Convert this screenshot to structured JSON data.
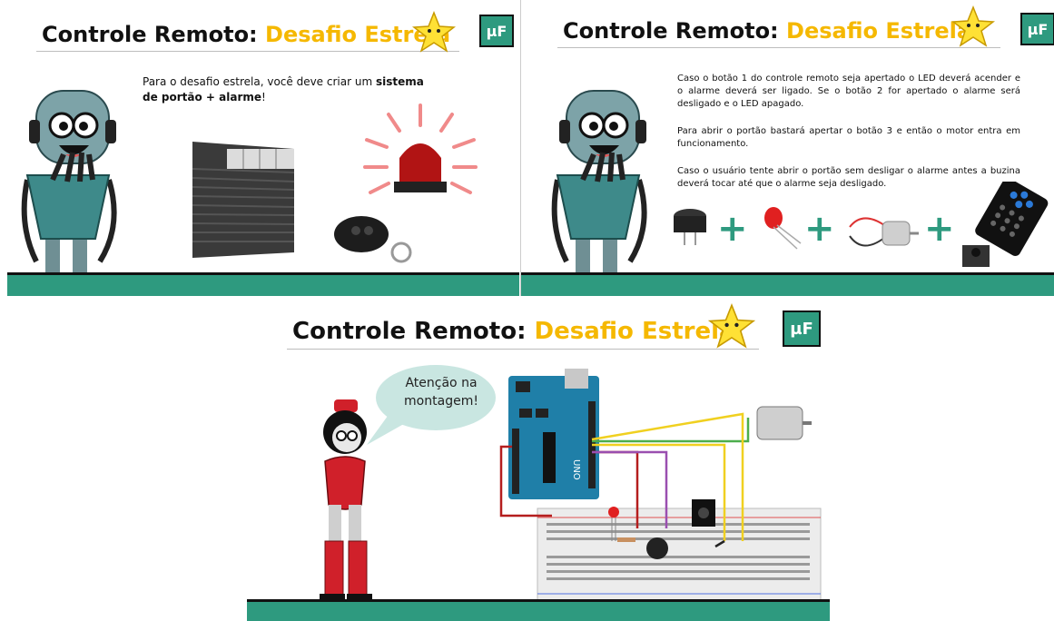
{
  "slides": {
    "title_main": "Controle Remoto:",
    "title_highlight": "Desafio Estrela",
    "logo_text": "µF"
  },
  "slide1": {
    "intro_before": "Para o desafio estrela, você deve criar um ",
    "intro_bold": "sistema de portão + alarme",
    "intro_after": "!"
  },
  "slide2": {
    "p1": "Caso o botão 1 do controle remoto seja apertado o LED deverá acender e o alarme deverá ser ligado. Se o botão 2 for apertado o alarme será desligado e o LED apagado.",
    "p2": "Para abrir o portão bastará apertar o botão 3 e então o motor entra em funcionamento.",
    "p3": "Caso o usuário tente abrir o portão sem desligar o alarme antes a buzina deverá tocar até que o alarme seja desligado.",
    "plus": "+"
  },
  "slide3": {
    "speech": "Atenção na montagem!",
    "fritzing": "fritzing",
    "board_label": "UNO"
  },
  "colors": {
    "accent_green": "#2e9a7f",
    "title_yellow": "#f5b800",
    "arduino_blue": "#1f7fa8"
  }
}
